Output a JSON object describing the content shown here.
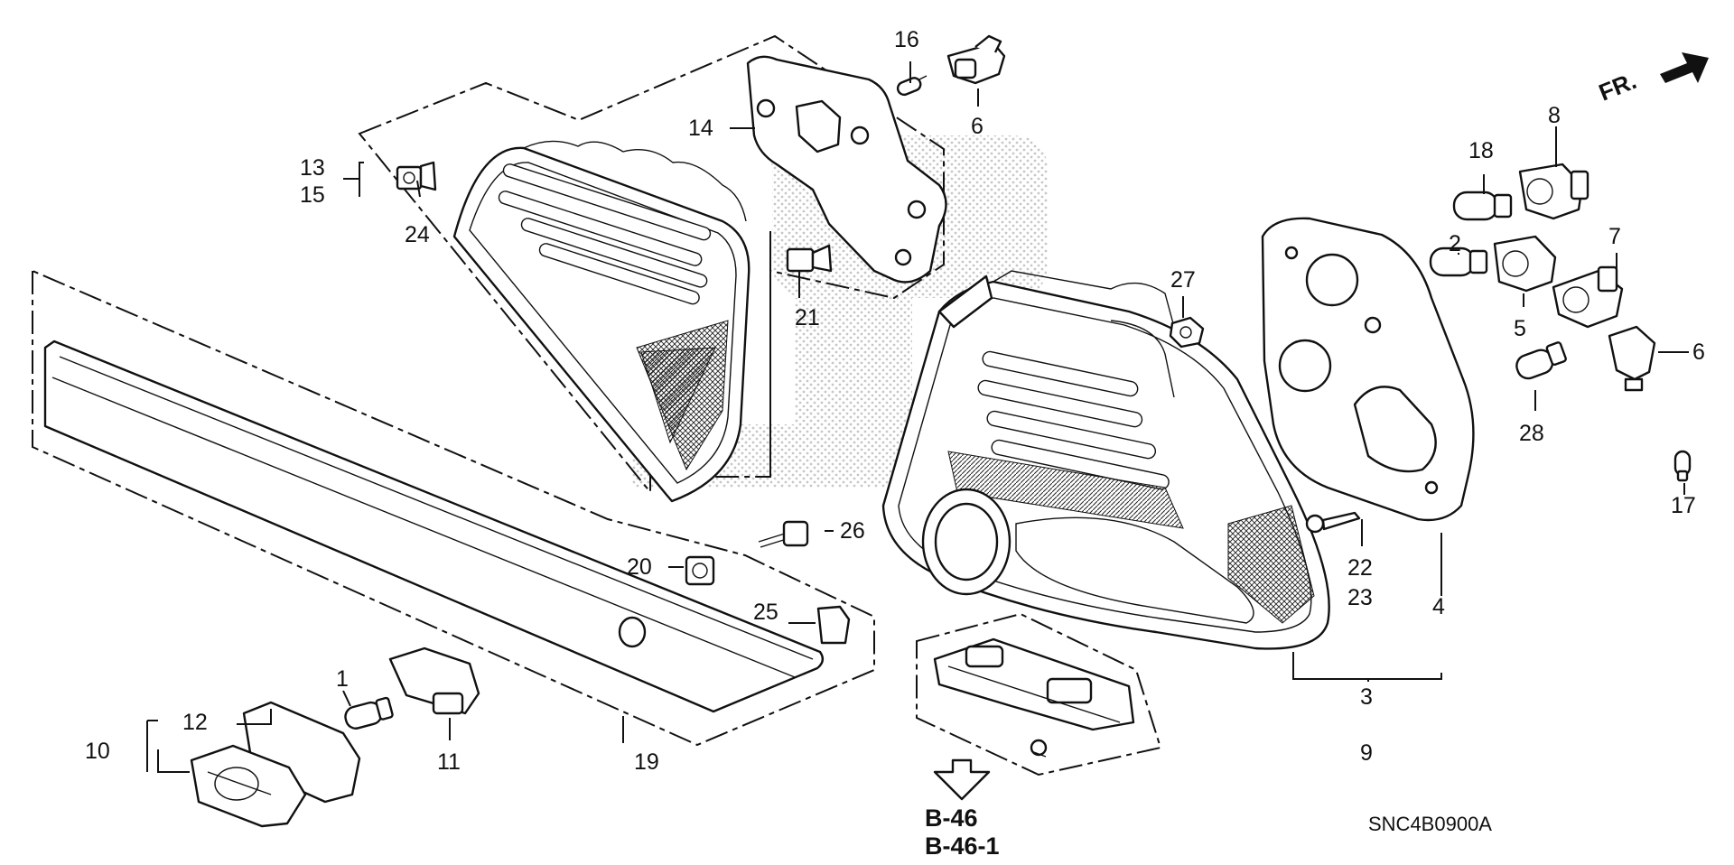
{
  "diagram": {
    "callouts": [
      {
        "id": "c1",
        "text": "1"
      },
      {
        "id": "c2",
        "text": "2"
      },
      {
        "id": "c3",
        "text": "3"
      },
      {
        "id": "c4",
        "text": "4"
      },
      {
        "id": "c5",
        "text": "5"
      },
      {
        "id": "c6a",
        "text": "6"
      },
      {
        "id": "c6b",
        "text": "6"
      },
      {
        "id": "c7",
        "text": "7"
      },
      {
        "id": "c8",
        "text": "8"
      },
      {
        "id": "c9",
        "text": "9"
      },
      {
        "id": "c10",
        "text": "10"
      },
      {
        "id": "c11",
        "text": "11"
      },
      {
        "id": "c12",
        "text": "12"
      },
      {
        "id": "c13",
        "text": "13"
      },
      {
        "id": "c14",
        "text": "14"
      },
      {
        "id": "c15",
        "text": "15"
      },
      {
        "id": "c16",
        "text": "16"
      },
      {
        "id": "c17",
        "text": "17"
      },
      {
        "id": "c18",
        "text": "18"
      },
      {
        "id": "c19",
        "text": "19"
      },
      {
        "id": "c20",
        "text": "20"
      },
      {
        "id": "c21",
        "text": "21"
      },
      {
        "id": "c22",
        "text": "22"
      },
      {
        "id": "c23",
        "text": "23"
      },
      {
        "id": "c24",
        "text": "24"
      },
      {
        "id": "c25",
        "text": "25"
      },
      {
        "id": "c26",
        "text": "26"
      },
      {
        "id": "c27",
        "text": "27"
      },
      {
        "id": "c28",
        "text": "28"
      }
    ],
    "references": {
      "first": "B-46",
      "second": "B-46-1"
    },
    "direction_label": "FR.",
    "diagram_code": "SNC4B0900A",
    "colors": {
      "ink": "#111111",
      "background": "#ffffff",
      "watermark": "#bdbdbd"
    }
  }
}
